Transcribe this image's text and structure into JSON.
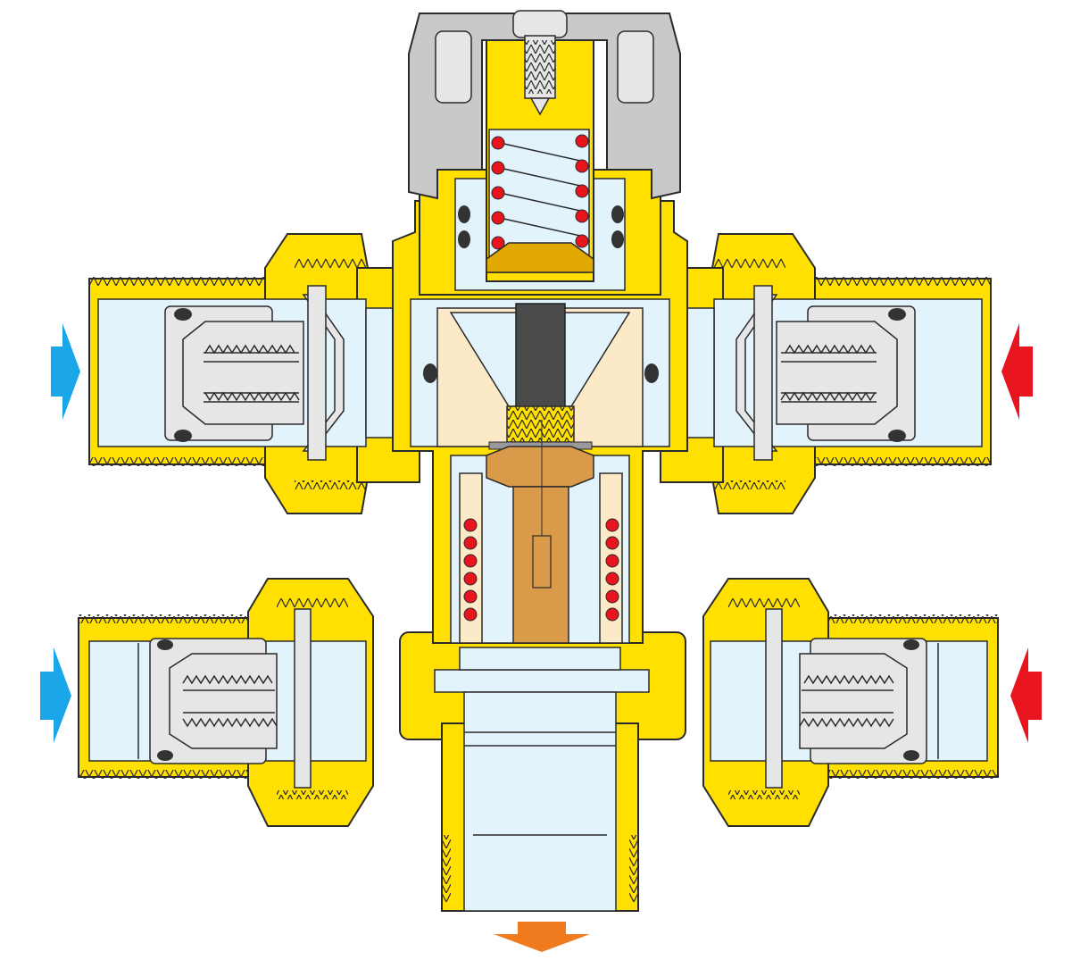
{
  "diagram": {
    "subject": "thermostatic-mixing-valve-cross-section",
    "colors": {
      "brass_body": "#FFE000",
      "water": "#E2F3FB",
      "knob": "#C9C9C9",
      "spring_coil": "#E8141E",
      "cold_inlet_arrow": "#1AA6E8",
      "hot_inlet_arrow": "#E8141E",
      "mixed_outlet_arrow": "#F07A1E",
      "thermostat_element": "#D99A4A"
    },
    "arrows": [
      {
        "name": "cold-inlet-upper",
        "direction": "right"
      },
      {
        "name": "hot-inlet-upper",
        "direction": "left"
      },
      {
        "name": "cold-inlet-lower",
        "direction": "right"
      },
      {
        "name": "hot-inlet-lower",
        "direction": "left"
      },
      {
        "name": "mixed-outlet",
        "direction": "down"
      }
    ]
  }
}
